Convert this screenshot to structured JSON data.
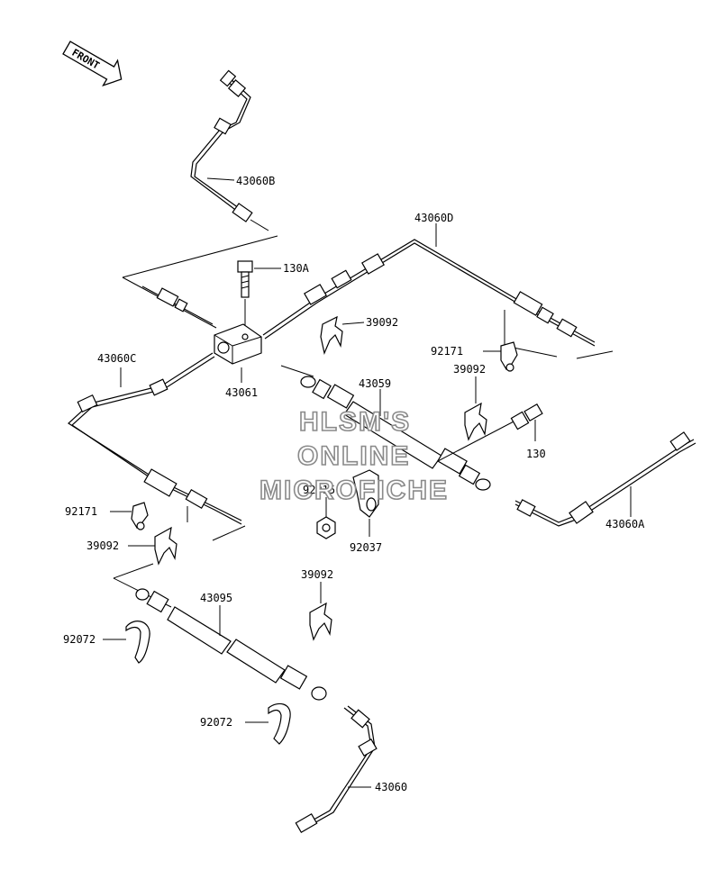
{
  "front_label": "FRONT",
  "watermark": [
    "HLSM'S",
    "ONLINE",
    "MICROFICHE"
  ],
  "parts": {
    "p43060B": "43060B",
    "p130A": "130A",
    "p43060D": "43060D",
    "p39092_top": "39092",
    "p92171_right": "92171",
    "p39092_right": "39092",
    "p43060C": "43060C",
    "p43061": "43061",
    "p43059": "43059",
    "p130": "130",
    "p92171_left": "92171",
    "p92015": "92015",
    "p43060A": "43060A",
    "p39092_left": "39092",
    "p92037": "92037",
    "p39092_mid": "39092",
    "p43095": "43095",
    "p92072_left": "92072",
    "p92072_mid": "92072",
    "p43060": "43060"
  }
}
